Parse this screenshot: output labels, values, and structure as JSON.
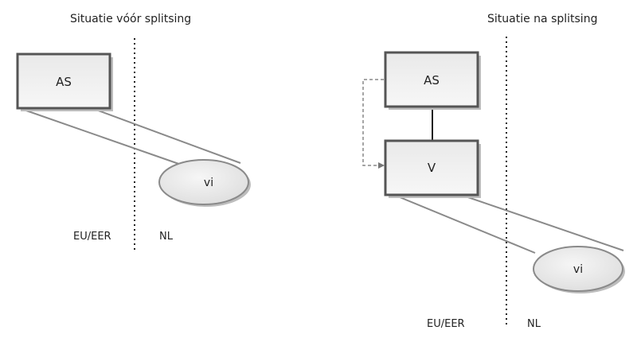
{
  "before": {
    "title": "Situatie vóór splitsing",
    "box_as": "AS",
    "ellipse_vi": "vi",
    "region_left": "EU/EER",
    "region_right": "NL"
  },
  "after": {
    "title": "Situatie na splitsing",
    "box_as": "AS",
    "box_v": "V",
    "ellipse_vi": "vi",
    "region_left": "EU/EER",
    "region_right": "NL"
  }
}
